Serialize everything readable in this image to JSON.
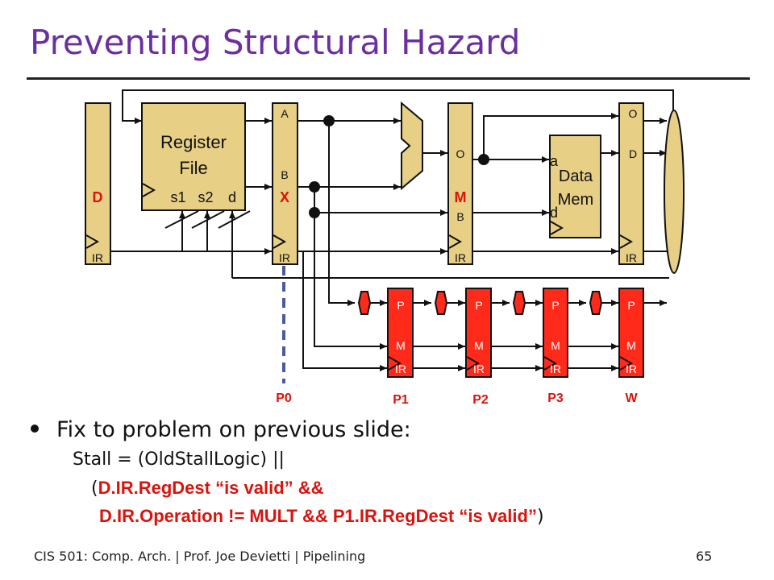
{
  "slide": {
    "title": "Preventing Structural Hazard",
    "bullet": "Fix to problem on previous slide:",
    "stall_line": "Stall = (OldStallLogic) ||",
    "cond_open": "(",
    "cond_line1": "D.IR.RegDest “is valid” &&",
    "cond_line2": "D.IR.Operation != MULT && P1.IR.RegDest “is valid”",
    "cond_close": ")",
    "footer": "CIS 501: Comp. Arch.  |  Prof. Joe Devietti  |  Pipelining",
    "page": "65"
  },
  "diagram": {
    "ir": "IR",
    "stage_d": "D",
    "stage_x": "X",
    "stage_m": "M",
    "regfile_line1": "Register",
    "regfile_line2": "File",
    "port_s1": "s1",
    "port_s2": "s2",
    "port_d": "d",
    "label_a": "A",
    "label_b": "B",
    "label_o": "O",
    "label_d": "D",
    "mem_line1": "Data",
    "mem_line2": "Mem",
    "mem_a": "a",
    "mem_d": "d",
    "mult_p": "P",
    "mult_m": "M",
    "stage_labels": [
      "P0",
      "P1",
      "P2",
      "P3",
      "W"
    ],
    "colors": {
      "latch": "#e7cf86",
      "mult": "#ff2a1a",
      "red_text": "#d8140d",
      "dash": "#4a5a9e",
      "title": "#6b2fa0"
    }
  }
}
